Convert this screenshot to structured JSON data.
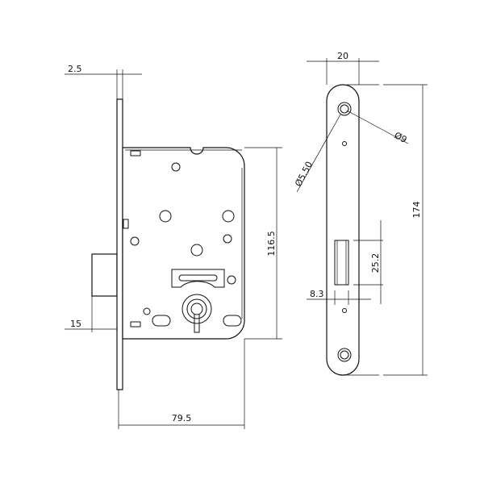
{
  "title": "Mortise lock technical drawing",
  "dimensions": {
    "faceplate_thickness": "2.5",
    "latch_projection": "15",
    "body_height": "116.5",
    "body_depth": "79.5",
    "faceplate_width": "20",
    "faceplate_length": "174",
    "latch_slot_height": "25.2",
    "latch_slot_width": "8.3",
    "screw_hole_inner": "Ø5.50",
    "screw_hole_outer": "Ø9"
  },
  "colors": {
    "line": "#111111",
    "background": "#ffffff"
  }
}
